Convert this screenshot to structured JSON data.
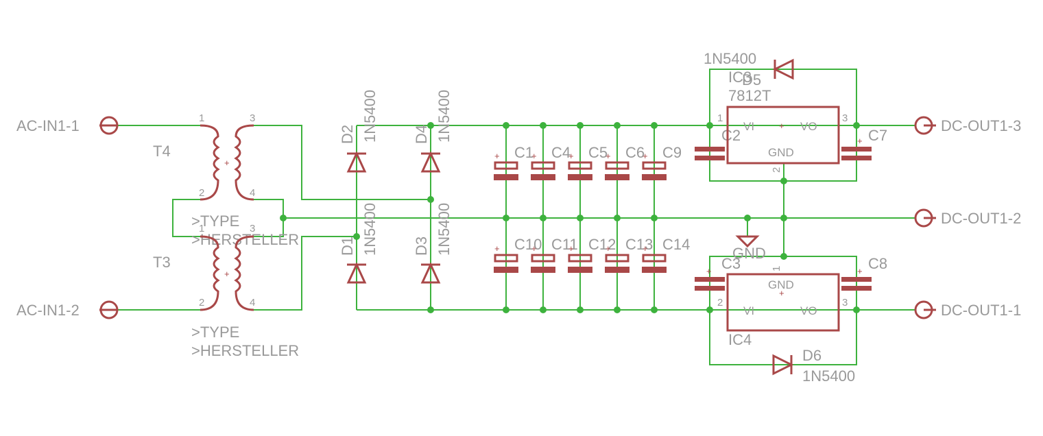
{
  "connectors": {
    "ac_in_1": "AC-IN1-1",
    "ac_in_2": "AC-IN1-2",
    "dc_out_3": "DC-OUT1-3",
    "dc_out_2": "DC-OUT1-2",
    "dc_out_1": "DC-OUT1-1"
  },
  "transformers": {
    "t4": {
      "name": "T4",
      "type": ">TYPE",
      "maker": ">HERSTELLER",
      "pins": [
        "1",
        "2",
        "3",
        "4"
      ]
    },
    "t3": {
      "name": "T3",
      "type": ">TYPE",
      "maker": ">HERSTELLER",
      "pins": [
        "1",
        "2",
        "3",
        "4"
      ]
    }
  },
  "diodes": {
    "d1": {
      "name": "D1",
      "value": "1N5400"
    },
    "d2": {
      "name": "D2",
      "value": "1N5400"
    },
    "d3": {
      "name": "D3",
      "value": "1N5400"
    },
    "d4": {
      "name": "D4",
      "value": "1N5400"
    },
    "d5": {
      "name": "D5",
      "value": "1N5400"
    },
    "d6": {
      "name": "D6",
      "value": "1N5400"
    }
  },
  "capacitors": {
    "top": [
      "C1",
      "C4",
      "C5",
      "C6",
      "C9"
    ],
    "bottom": [
      "C10",
      "C11",
      "C12",
      "C13",
      "C14"
    ],
    "c2": "C2",
    "c3": "C3",
    "c7": "C7",
    "c8": "C8"
  },
  "regulators": {
    "ic3": {
      "name": "IC3",
      "value": "7812T",
      "vi": "VI",
      "vo": "VO",
      "gnd": "GND",
      "pins": [
        "1",
        "2",
        "3"
      ]
    },
    "ic4": {
      "name": "IC4",
      "vi": "VI",
      "vo": "VO",
      "gnd": "GND",
      "pins": [
        "1",
        "2",
        "3"
      ]
    }
  },
  "gnd_label": "GND",
  "colors": {
    "wire": "#3db23d",
    "symbol": "#a94848",
    "text": "#999999"
  }
}
